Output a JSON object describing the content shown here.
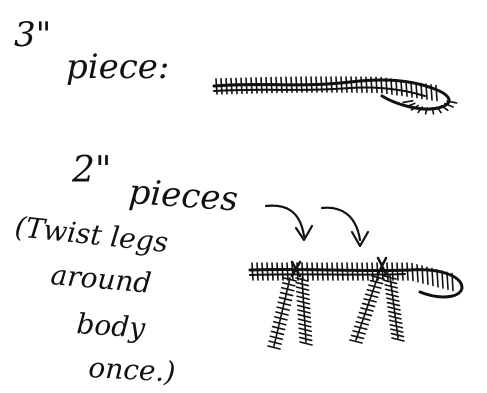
{
  "labels": {
    "three_inch": "3\"",
    "piece": "piece:",
    "two_inch": "2\"",
    "pieces": "pieces",
    "note_line1": "(Twist legs",
    "note_line2": "around",
    "note_line3": "body",
    "note_line4": "once.)"
  },
  "colors": {
    "ink": "#111111",
    "background": "#ffffff"
  },
  "icons": {
    "pipe_cleaner_3in": "fuzzy-pipe-cleaner-curled-end",
    "pipe_cleaner_body": "fuzzy-pipe-cleaner-body",
    "legs": "fuzzy-twisted-legs",
    "arrows": "curved-down-arrows"
  }
}
